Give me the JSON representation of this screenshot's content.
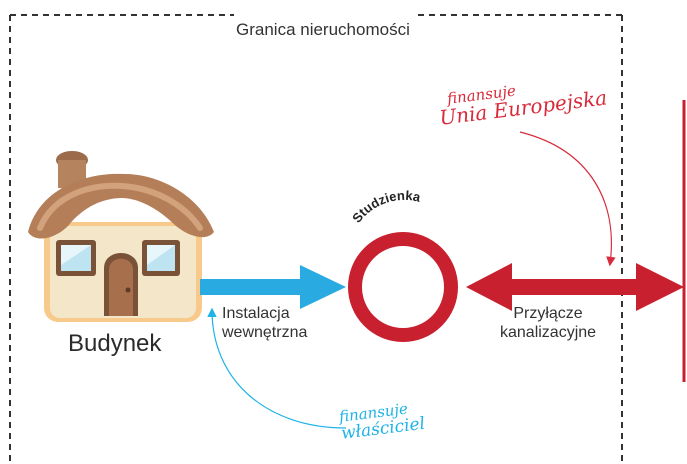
{
  "boundary": {
    "label": "Granica nieruchomości"
  },
  "building": {
    "label": "Budynek"
  },
  "internal_installation": {
    "line1": "Instalacja",
    "line2": "wewnętrzna"
  },
  "manhole": {
    "label": "Studzienka"
  },
  "sewer_connection": {
    "line1": "Przyłącze",
    "line2": "kanalizacyjne"
  },
  "funding_eu": {
    "line1": "finansuje",
    "line2": "Unia Europejska"
  },
  "funding_owner": {
    "line1": "finansuje",
    "line2": "właściciel"
  },
  "colors": {
    "red": "#c8202f",
    "blue": "#29abe2",
    "boundary": "#333333"
  }
}
